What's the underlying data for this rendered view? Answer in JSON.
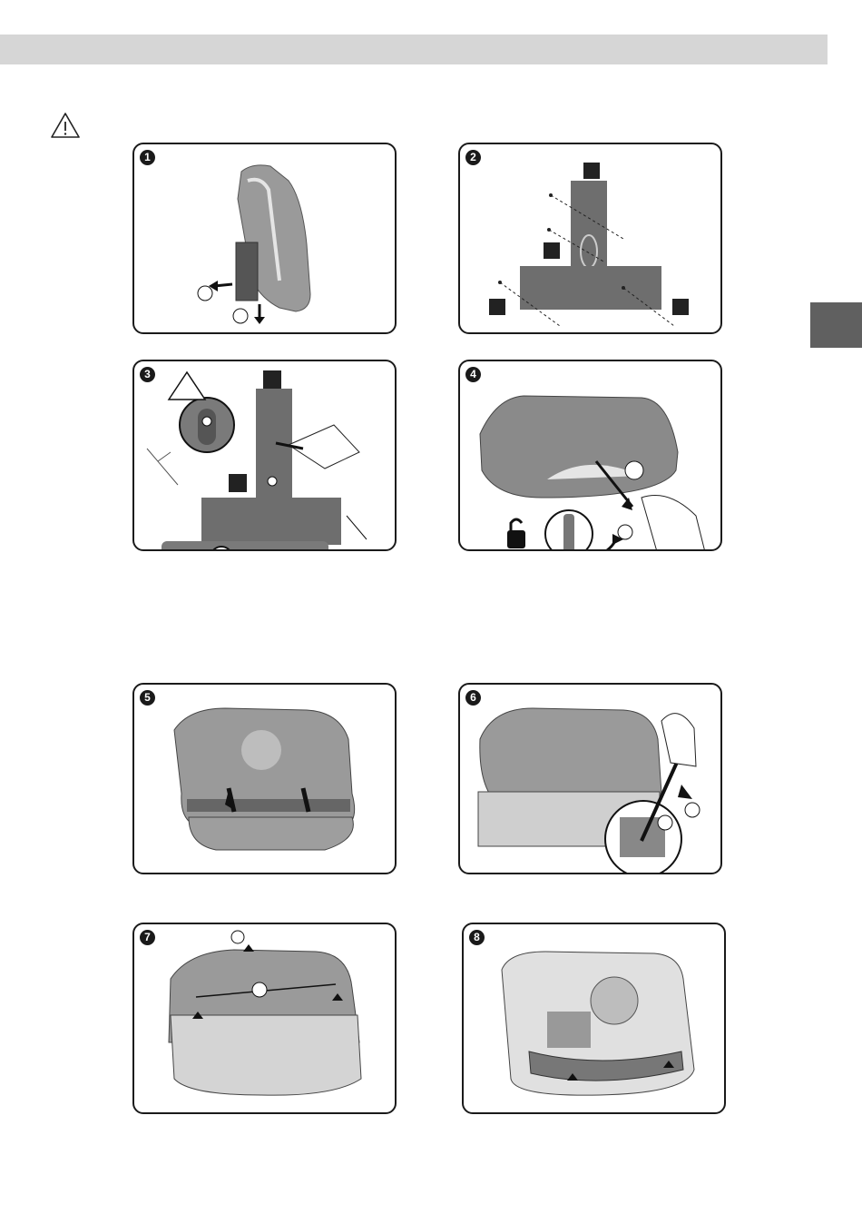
{
  "page": {
    "header": ""
  },
  "steps": [
    {
      "number": "1",
      "name": "remove-from-wall-bracket"
    },
    {
      "number": "2",
      "name": "bracket-screw-points"
    },
    {
      "number": "3",
      "name": "unscrew-bracket"
    },
    {
      "number": "4",
      "name": "unlock-cover"
    },
    {
      "number": "5",
      "name": "slide-cover-down"
    },
    {
      "number": "6",
      "name": "release-clips"
    },
    {
      "number": "7",
      "name": "lift-front-cover"
    },
    {
      "number": "8",
      "name": "open-unit"
    }
  ],
  "colors": {
    "header_bar": "#d6d6d6",
    "side_tab": "#606060",
    "device": "#8a8a8a",
    "frame": "#1a1a1a"
  },
  "icons": [
    "warning-icon",
    "padlock-unlocked-icon",
    "screwdriver-icon",
    "arrow-icon"
  ]
}
